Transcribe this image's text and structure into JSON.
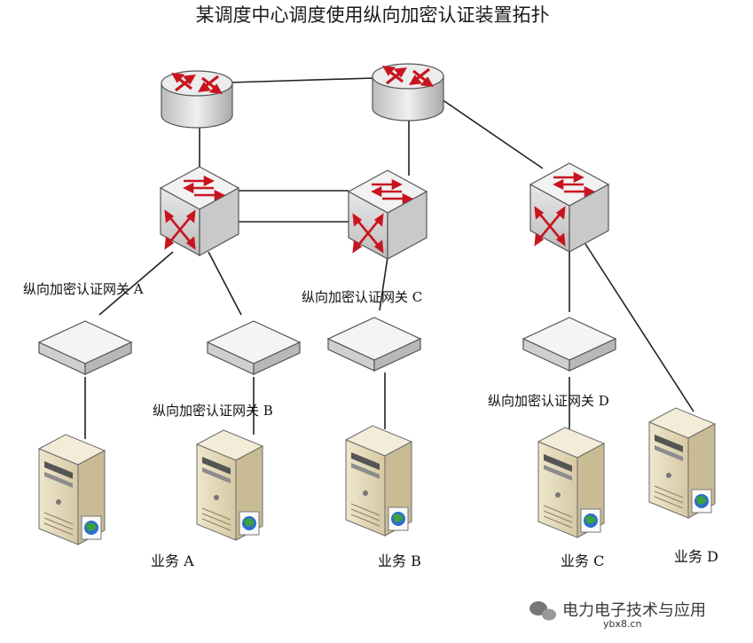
{
  "title": "某调度中心调度使用纵向加密认证装置拓扑",
  "gateways": {
    "a": "纵向加密认证网关 A",
    "b": "纵向加密认证网关 B",
    "c": "纵向加密认证网关 C",
    "d": "纵向加密认证网关 D"
  },
  "business": {
    "a": "业务 A",
    "b": "业务 B",
    "c": "业务 C",
    "d": "业务 D"
  },
  "watermark": {
    "name": "电力电子技术与应用",
    "site": "ybx8.cn"
  },
  "colors": {
    "arrow": "#c8141e",
    "device": "#d9d9d9",
    "server": "#e6dcc2"
  }
}
